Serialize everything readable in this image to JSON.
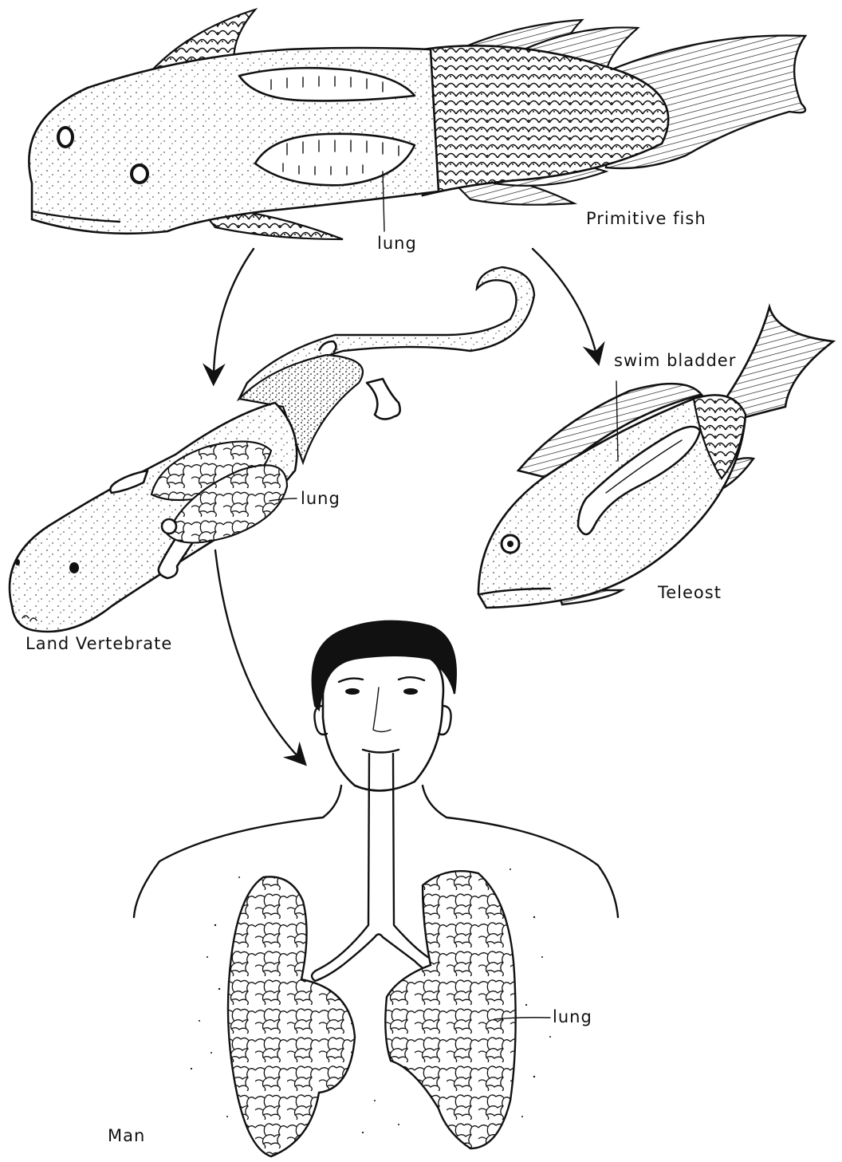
{
  "figure": {
    "labels": {
      "primitive_fish": "Primitive fish",
      "lung_fish": "lung",
      "land_vertebrate": "Land Vertebrate",
      "lung_land": "lung",
      "teleost": "Teleost",
      "swim_bladder": "swim bladder",
      "man": "Man",
      "lung_man": "lung"
    }
  }
}
